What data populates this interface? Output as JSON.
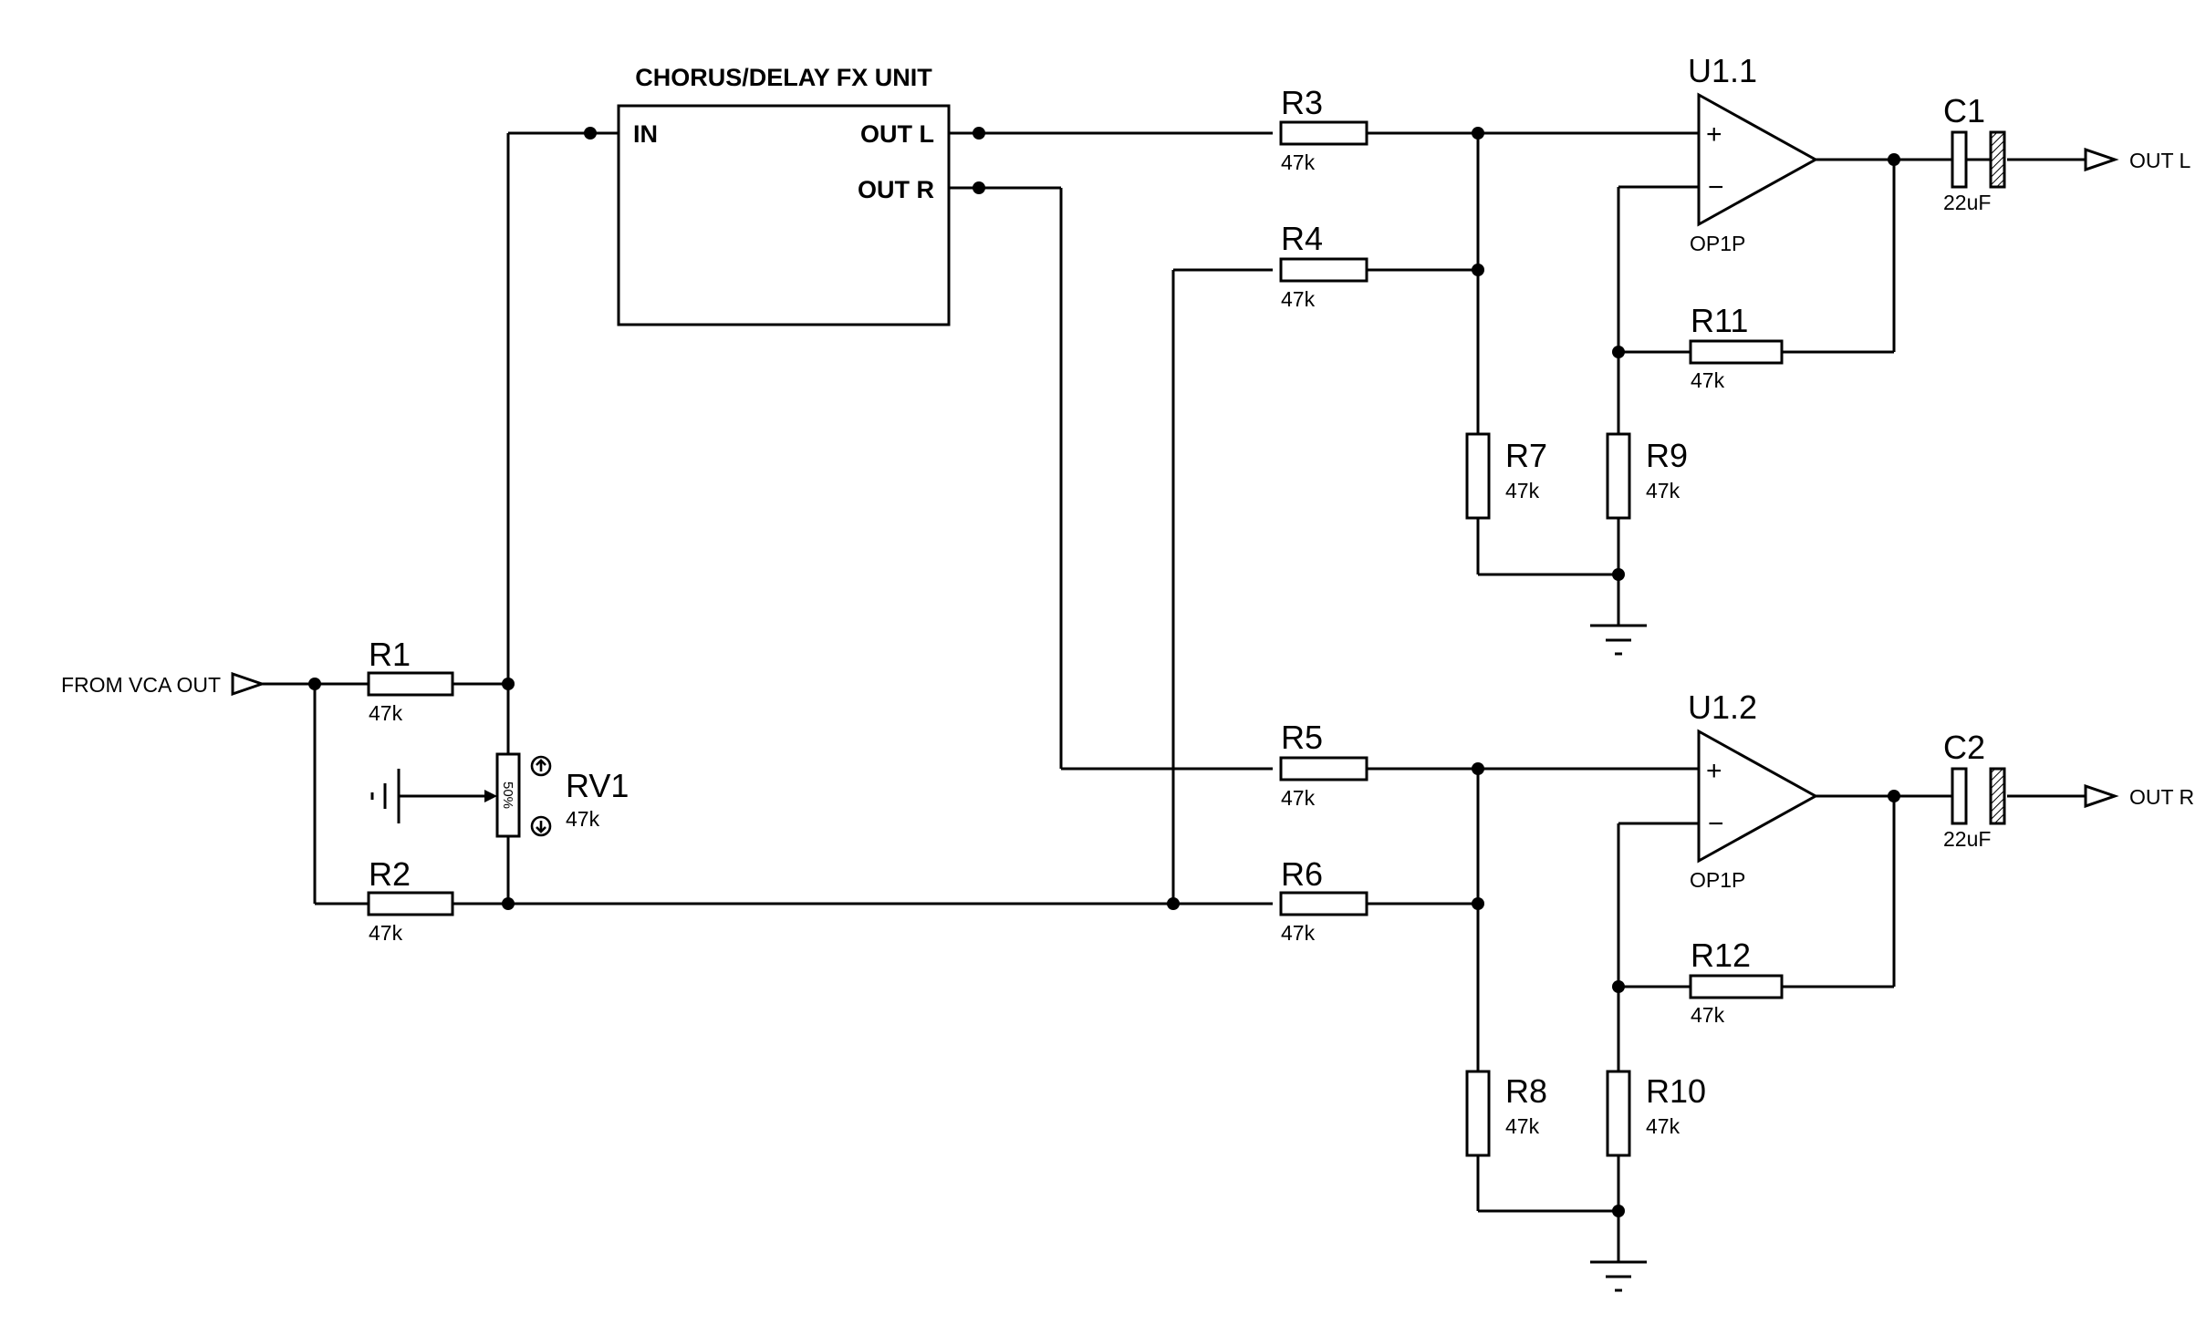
{
  "title": "CHORUS/DELAY FX UNIT",
  "fx_unit": {
    "title": "CHORUS/DELAY FX UNIT",
    "pin_in": "IN",
    "pin_out_l": "OUT L",
    "pin_out_r": "OUT R"
  },
  "ports": {
    "input": "FROM VCA OUT",
    "out_l": "OUT L",
    "out_r": "OUT R"
  },
  "resistors": {
    "R1": {
      "ref": "R1",
      "value": "47k"
    },
    "R2": {
      "ref": "R2",
      "value": "47k"
    },
    "R3": {
      "ref": "R3",
      "value": "47k"
    },
    "R4": {
      "ref": "R4",
      "value": "47k"
    },
    "R5": {
      "ref": "R5",
      "value": "47k"
    },
    "R6": {
      "ref": "R6",
      "value": "47k"
    },
    "R7": {
      "ref": "R7",
      "value": "47k"
    },
    "R8": {
      "ref": "R8",
      "value": "47k"
    },
    "R9": {
      "ref": "R9",
      "value": "47k"
    },
    "R10": {
      "ref": "R10",
      "value": "47k"
    },
    "R11": {
      "ref": "R11",
      "value": "47k"
    },
    "R12": {
      "ref": "R12",
      "value": "47k"
    }
  },
  "pot": {
    "ref": "RV1",
    "value": "47k",
    "setting": "50%"
  },
  "opamps": {
    "U1_1": {
      "ref": "U1.1",
      "model": "OP1P",
      "plus": "+",
      "minus": "−"
    },
    "U1_2": {
      "ref": "U1.2",
      "model": "OP1P",
      "plus": "+",
      "minus": "−"
    }
  },
  "capacitors": {
    "C1": {
      "ref": "C1",
      "value": "22uF"
    },
    "C2": {
      "ref": "C2",
      "value": "22uF"
    }
  }
}
